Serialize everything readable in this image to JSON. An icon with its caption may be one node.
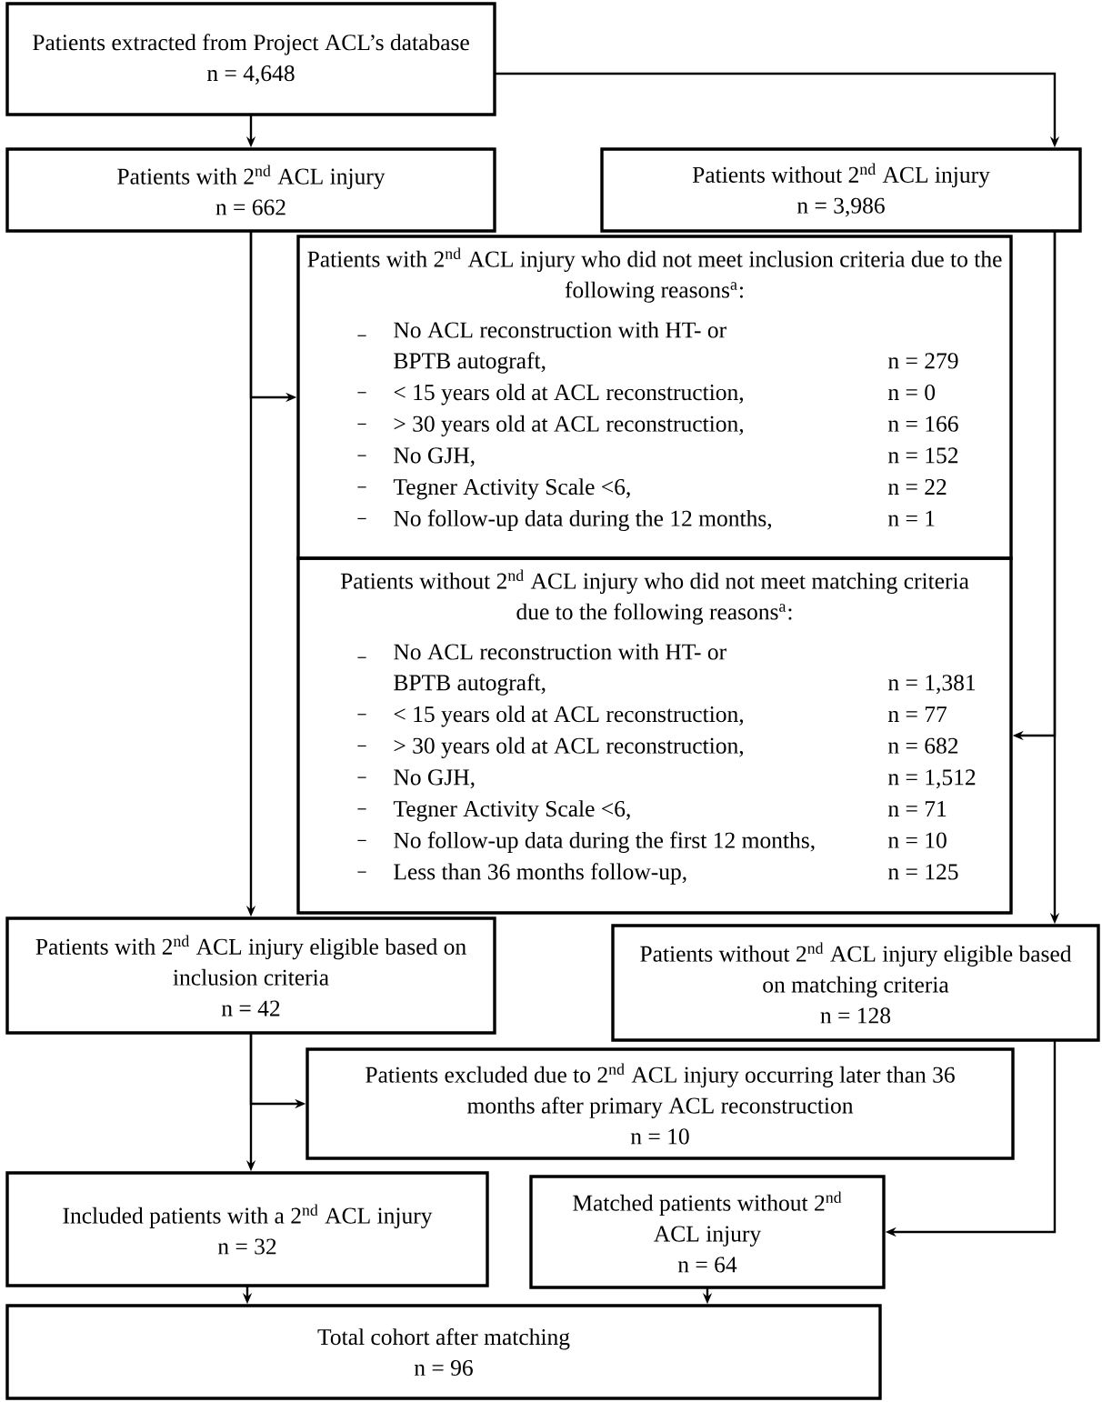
{
  "diagram": {
    "nodes": [
      {
        "text": [
          "Patients extracted from Project ACL’s database",
          "n = 4,648"
        ]
      },
      {
        "text": [
          "Patients with 2$^{nd}$ ACL injury",
          "n = 662"
        ]
      },
      {
        "text": [
          "Patients without 2$^{nd}$ ACL injury",
          "n = 3,986"
        ]
      },
      {
        "text": [
          "Patients with 2$^{nd}$ ACL injury who did not meet inclusion criteria due to the following reasons$^{a}$:",
          "No ACL reconstruction with HT- or BPTB autograft,",
          "n = 279",
          "< 15 years old at ACL reconstruction,",
          "n = 0",
          "> 30 years old at ACL reconstruction,",
          "n = 166",
          "No GJH,",
          "n = 152",
          "Tegner Activity Scale <6,",
          "n = 22",
          "No follow-up data during the 12 months,",
          "n = 1"
        ]
      },
      {
        "text": [
          "Patients without 2$^{nd}$ ACL injury who did not meet matching criteria due to the following reasons$^{a}$:",
          "No ACL reconstruction with HT- or BPTB autograft,",
          "n = 1,381",
          "< 15 years old at ACL reconstruction,",
          "n = 77",
          "> 30 years old at ACL reconstruction,",
          "n = 682",
          "No GJH,",
          "n = 1,512",
          "Tegner Activity Scale <6,",
          "n = 71",
          "No follow-up data during the first 12 months,",
          "n = 10",
          "Less than 36 months follow-up,",
          "n = 125"
        ]
      },
      {
        "text": [
          "Patients with 2$^{nd}$ ACL injury eligible based on inclusion criteria",
          "n = 42"
        ]
      },
      {
        "text": [
          "Patients without 2$^{nd}$ ACL injury eligible based on matching criteria",
          "n = 128"
        ]
      },
      {
        "text": [
          "Patients excluded due to 2$^{nd}$ ACL injury occurring later than 36 months after primary ACL reconstruction",
          "n = 10"
        ]
      },
      {
        "text": [
          "Included patients with a 2$^{nd}$ ACL injury",
          "n = 32"
        ]
      },
      {
        "text": [
          "Matched patients without 2$^{nd}$ ACL injury",
          "n = 64"
        ]
      },
      {
        "text": [
          "Total cohort after matching",
          "n = 96"
        ]
      }
    ],
    "edges": [
      {
        "from": 0,
        "to": 1,
        "arrow": "to"
      },
      {
        "from": 0,
        "to": 2,
        "arrow": "to"
      },
      {
        "from": 1,
        "to": 5,
        "arrow": "to"
      },
      {
        "from": 1,
        "to": 3,
        "arrow": "to"
      },
      {
        "from": 2,
        "to": 6,
        "arrow": "to"
      },
      {
        "from": 2,
        "to": 4,
        "arrow": "to"
      },
      {
        "from": 5,
        "to": 8,
        "arrow": "to"
      },
      {
        "from": 5,
        "to": 7,
        "arrow": "to"
      },
      {
        "from": 6,
        "to": 9,
        "arrow": "to"
      },
      {
        "from": 8,
        "to": 10,
        "arrow": "to"
      },
      {
        "from": 9,
        "to": 10,
        "arrow": "to"
      }
    ]
  }
}
